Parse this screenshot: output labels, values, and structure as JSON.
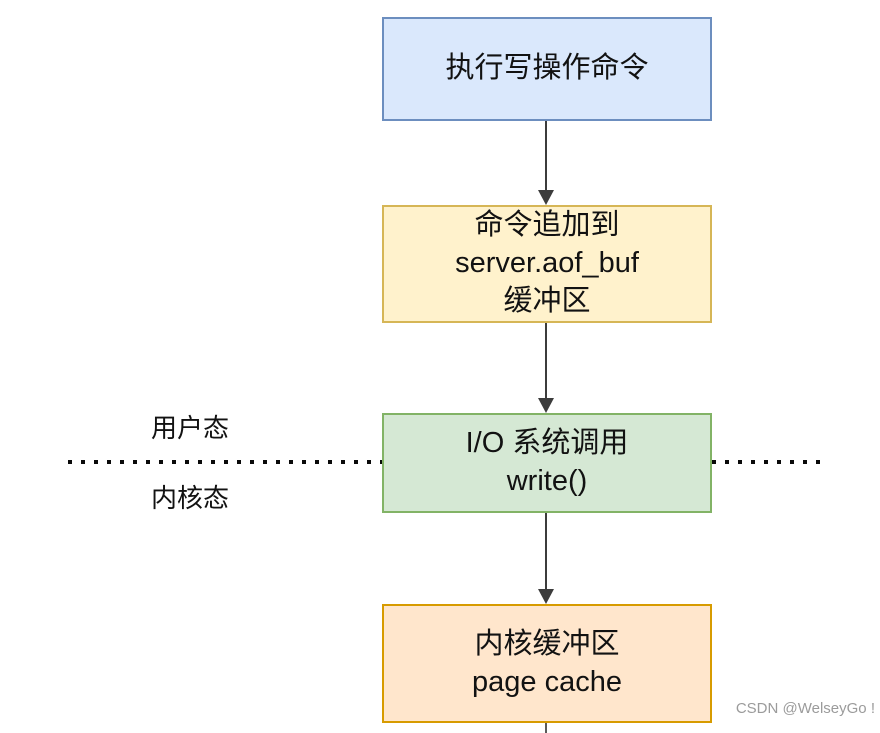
{
  "flowchart": {
    "nodes": [
      {
        "name": "execute-write-command",
        "label": "执行写操作命令",
        "fill": "#dae8fc",
        "border": "#6c8ebf"
      },
      {
        "name": "append-to-aof-buf",
        "label": "命令追加到\nserver.aof_buf\n缓冲区",
        "fill": "#fff2cc",
        "border": "#d6b656"
      },
      {
        "name": "io-system-call-write",
        "label": "I/O 系统调用\nwrite()",
        "fill": "#d5e8d4",
        "border": "#82b366"
      },
      {
        "name": "kernel-page-cache",
        "label": "内核缓冲区\npage cache",
        "fill": "#ffe6cc",
        "border": "#d79b00"
      }
    ],
    "boundary": {
      "user_mode_label": "用户态",
      "kernel_mode_label": "内核态",
      "line_color": "#0a0a0a"
    },
    "arrow_color": "#3c3c3c"
  },
  "watermark": {
    "text": "CSDN @WelseyGo !",
    "color": "#9b9b9b"
  }
}
